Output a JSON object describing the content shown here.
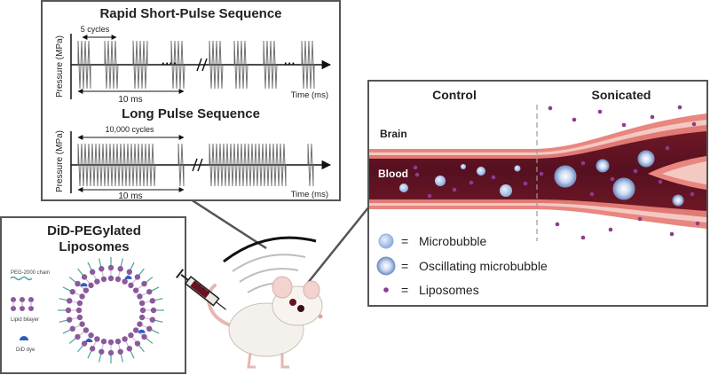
{
  "pulse_panel": {
    "rapid": {
      "title": "Rapid Short-Pulse Sequence",
      "cycles_label": "5 cycles",
      "duration_label": "10 ms",
      "y_axis_label": "Pressure (MPa)",
      "x_axis_label": "Time (ms)"
    },
    "long": {
      "title": "Long Pulse Sequence",
      "cycles_label": "10,000 cycles",
      "duration_label": "10 ms",
      "y_axis_label": "Pressure (MPa)",
      "x_axis_label": "Time (ms)"
    }
  },
  "liposome_panel": {
    "title_line1": "DiD-PEGylated",
    "title_line2": "Liposomes",
    "legend": {
      "peg": "PEG-2000 chain",
      "lipid": "Lipid bilayer",
      "dye": "DiD dye"
    }
  },
  "vessel_panel": {
    "control_label": "Control",
    "sonicated_label": "Sonicated",
    "brain_label": "Brain",
    "blood_label": "Blood",
    "legend": {
      "eq": "=",
      "microbubble": "Microbubble",
      "oscillating": "Oscillating microbubble",
      "liposomes": "Liposomes"
    }
  },
  "colors": {
    "blood": "#5a0f1c",
    "vessel_wall": "#e8867f",
    "vessel_wall_light": "#f4c9c2",
    "microbubble": "#a9c3ec",
    "liposome": "#8e3b8f",
    "lipid_head": "#8a5a9c",
    "peg": "#4aa59b",
    "dye": "#2a5fb8",
    "panel_border": "#555555"
  }
}
